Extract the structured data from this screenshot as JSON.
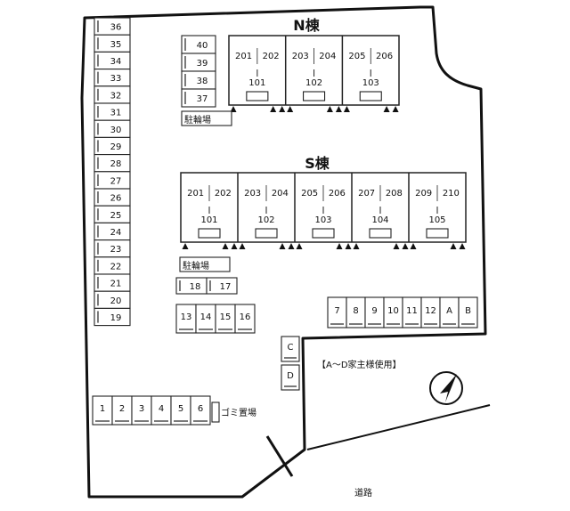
{
  "n_building": {
    "title": "N棟",
    "upper_units": [
      "201",
      "202",
      "203",
      "204",
      "205",
      "206"
    ],
    "lower_units": [
      "101",
      "102",
      "103"
    ]
  },
  "s_building": {
    "title": "S棟",
    "upper_units": [
      "201",
      "202",
      "203",
      "204",
      "205",
      "206",
      "207",
      "208",
      "209",
      "210"
    ],
    "lower_units": [
      "101",
      "102",
      "103",
      "104",
      "105"
    ]
  },
  "bicycle_parking": {
    "label": "駐輪場"
  },
  "parking": {
    "left_column": [
      "36",
      "35",
      "34",
      "33",
      "32",
      "31",
      "30",
      "29",
      "28",
      "27",
      "26",
      "25",
      "24",
      "23",
      "22",
      "21",
      "20",
      "19"
    ],
    "upper_right": [
      "40",
      "39",
      "38",
      "37"
    ],
    "middle_pair": [
      "18",
      "17"
    ],
    "middle_row": [
      "13",
      "14",
      "15",
      "16"
    ],
    "bottom_row": [
      "1",
      "2",
      "3",
      "4",
      "5",
      "6"
    ],
    "right_row": [
      "7",
      "8",
      "9",
      "10",
      "11",
      "12",
      "A",
      "B"
    ],
    "cd_stack": [
      "C",
      "D"
    ]
  },
  "garbage": {
    "label": "ゴミ置場"
  },
  "owner_note": {
    "label": "【A～D家主様使用】"
  },
  "road": {
    "label": "道路"
  },
  "compass": {
    "icon": "north-arrow-icon"
  }
}
